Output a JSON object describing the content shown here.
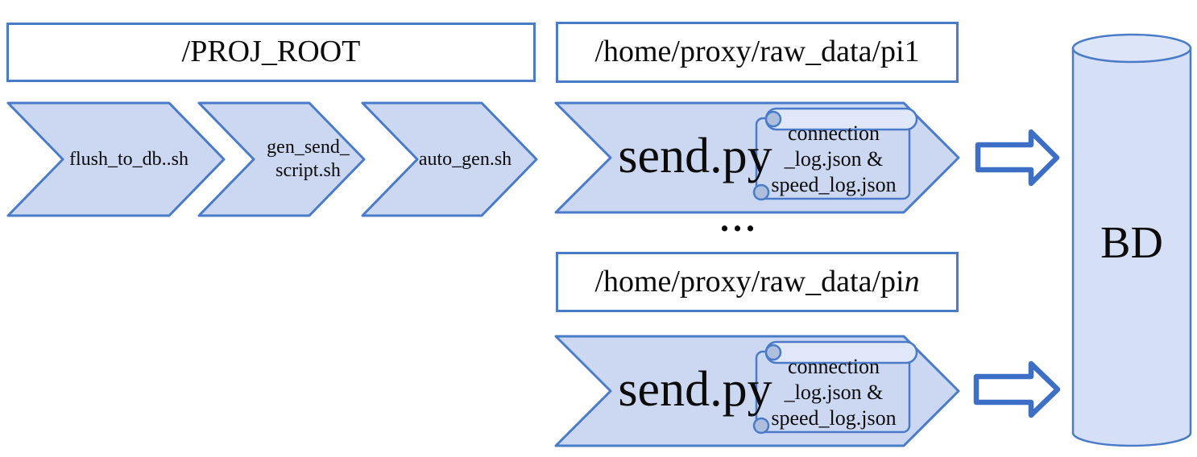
{
  "colors": {
    "shape_fill": "#ccd8f2",
    "shape_stroke": "#4a7bc9",
    "arrow_outline": "#3d6fc6",
    "box_background": "#ffffff",
    "text": "#0b0b0b"
  },
  "proj_root_box": {
    "label": "/PROJ_ROOT"
  },
  "script_chain": {
    "step1": "flush_to_db..sh",
    "step2": "gen_send_\nscript.sh",
    "step3": "auto_gen.sh"
  },
  "pipeline_pi1": {
    "path_box": {
      "prefix": "/home/proxy/raw_data/pi ",
      "suffix": "1"
    },
    "process_label": "send.py",
    "scroll_note": "connection\n_log.json &\nspeed_log.json"
  },
  "pipeline_pin": {
    "path_box": {
      "prefix": "/home/proxy/raw_data/pi ",
      "suffix": "n"
    },
    "process_label": "send.py",
    "scroll_note": "connection\n_log.json &\nspeed_log.json"
  },
  "ellipsis": "...",
  "database": {
    "label": "BD"
  }
}
